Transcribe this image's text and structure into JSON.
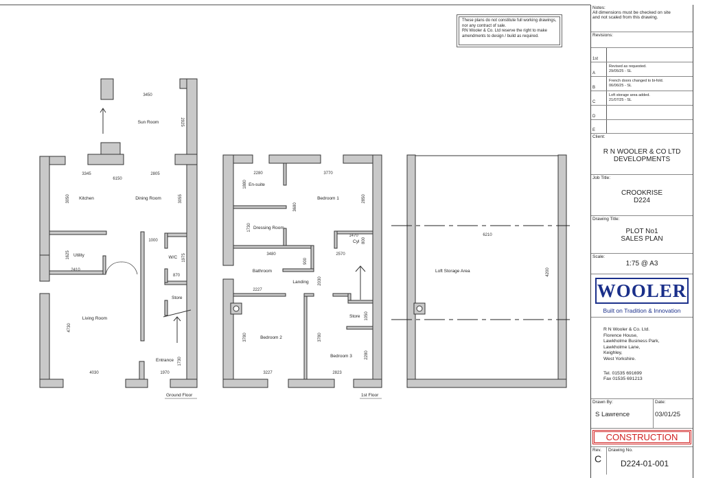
{
  "disclaimer": [
    "These plans do not constitute full working drawings,",
    "nor any contract of sale.",
    "RN Wooler & Co. Ltd reserve the right to make",
    "amendments to design / build as required."
  ],
  "notes": {
    "label": "Notes:",
    "lines": [
      "All dimensions must be checked on site",
      "and not scaled from this drawing."
    ]
  },
  "revisions": {
    "label": "Revisions:",
    "rows": [
      {
        "code": "1st",
        "text": [
          "",
          ""
        ]
      },
      {
        "code": "A",
        "text": [
          "Revised as requested.",
          "29/05/25 - SL"
        ]
      },
      {
        "code": "B",
        "text": [
          "French doors changed to bi-fold.",
          "06/06/25 - SL"
        ]
      },
      {
        "code": "C",
        "text": [
          "Loft storage area added.",
          "21/07/25 - SL"
        ]
      },
      {
        "code": "D",
        "text": [
          "",
          ""
        ]
      },
      {
        "code": "E",
        "text": [
          "",
          ""
        ]
      }
    ]
  },
  "client": {
    "label": "Client:",
    "lines": [
      "R N WOOLER & CO LTD",
      "DEVELOPMENTS"
    ]
  },
  "job": {
    "label": "Job Title:",
    "lines": [
      "CROOKRISE",
      "D224"
    ]
  },
  "drawing_title": {
    "label": "Drawing Title:",
    "lines": [
      "PLOT No1",
      "SALES PLAN"
    ]
  },
  "scale": {
    "label": "Scale:",
    "value": "1:75 @ A3"
  },
  "logo": {
    "name": "WOOLER",
    "tagline": "Built on Tradition & Innovation",
    "color": "#1a2f8a"
  },
  "address": [
    "R N Wooler & Co. Ltd.",
    "Florence House,",
    "Lawkholme Business Park,",
    "Lawkholme Lane,",
    "Keighley,",
    "West Yorkshire."
  ],
  "phone": [
    "Tel. 01535 691699",
    "Fax 01535 691213"
  ],
  "drawn_by": {
    "label": "Drawn By:",
    "value": "S Lawrence"
  },
  "date": {
    "label": "Date:",
    "value": "03/01/25"
  },
  "status": {
    "value": "CONSTRUCTION",
    "color": "#d02020"
  },
  "rev": {
    "label": "Rev.",
    "value": "C"
  },
  "drawing_no": {
    "label": "Drawing No.",
    "value": "D224-01-001"
  },
  "ground": {
    "title": "Ground Floor",
    "rooms": [
      "Sun Room",
      "Kitchen",
      "Dining Room",
      "Utility",
      "W/C",
      "Store",
      "Living Room",
      "Entrance"
    ],
    "dims": [
      "3450",
      "2925",
      "3345",
      "6150",
      "2805",
      "3050",
      "3055",
      "1000",
      "1625",
      "1975",
      "2410",
      "870",
      "4730",
      "1730",
      "4030",
      "1970"
    ]
  },
  "first": {
    "title": "1st Floor",
    "rooms": [
      "En-suite",
      "Bedroom 1",
      "Dressing Room",
      "Cyl",
      "Bathroom",
      "Landing",
      "Store",
      "Bedroom 2",
      "Bedroom 3"
    ],
    "dims": [
      "2280",
      "3770",
      "1880",
      "3680",
      "2850",
      "1730",
      "1470",
      "800",
      "3480",
      "900",
      "2570",
      "2030",
      "2227",
      "1050",
      "3780",
      "3780",
      "2280",
      "3227",
      "2823"
    ]
  },
  "loft": {
    "room": "Loft Storage Area",
    "dims": [
      "6210",
      "4200"
    ]
  }
}
